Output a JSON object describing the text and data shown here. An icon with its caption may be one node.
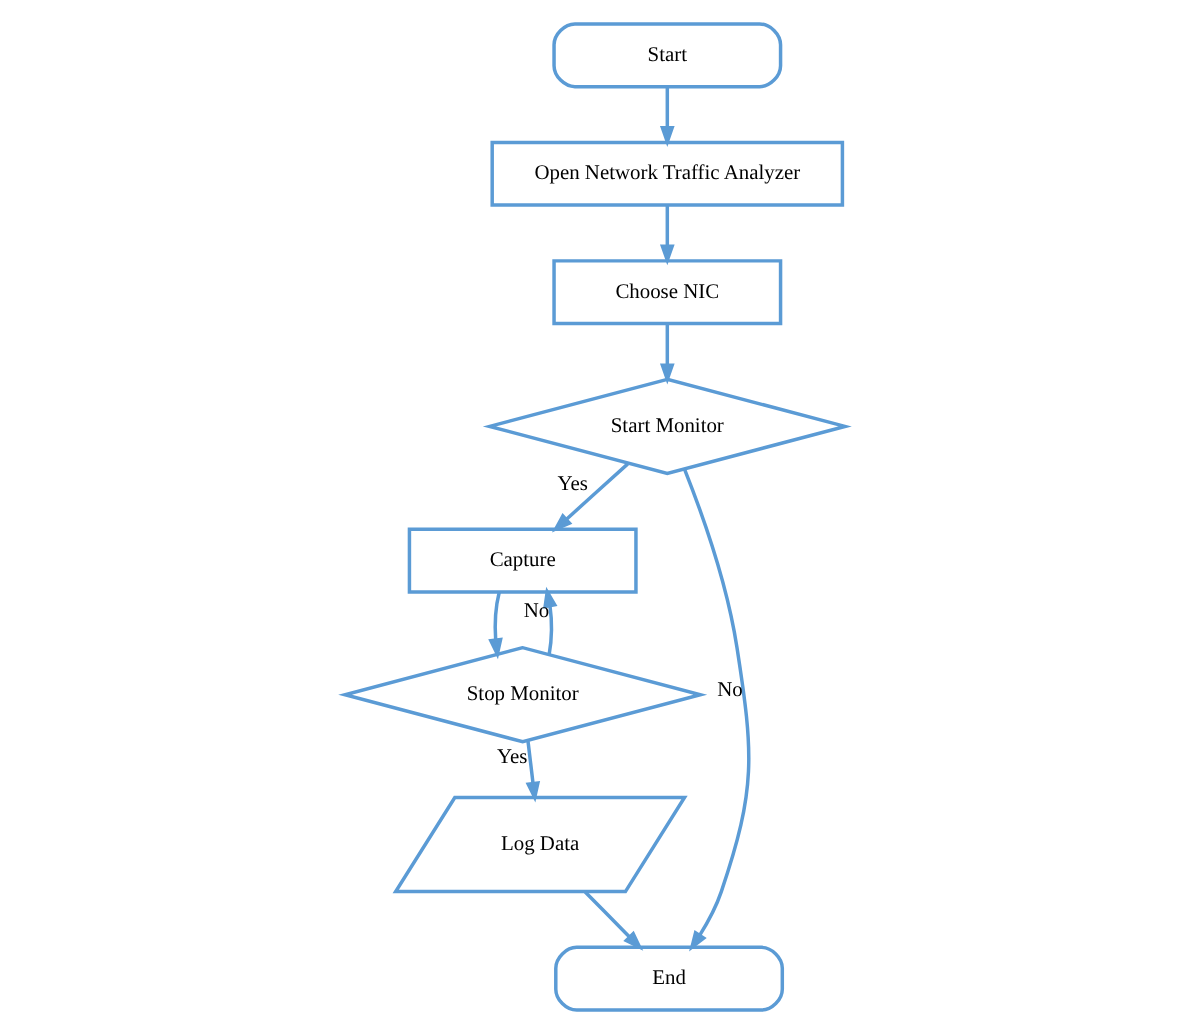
{
  "diagram": {
    "nodes": [
      {
        "text": [
          "Start"
        ]
      },
      {
        "text": [
          "Open Network Traffic Analyzer"
        ]
      },
      {
        "text": [
          "Choose NIC"
        ]
      },
      {
        "text": [
          "Start Monitor"
        ]
      },
      {
        "text": [
          "Capture"
        ]
      },
      {
        "text": [
          "Stop Monitor"
        ]
      },
      {
        "text": [
          "Log Data"
        ]
      },
      {
        "text": [
          "End"
        ]
      }
    ],
    "edges": [
      {
        "from": 0,
        "to": 1,
        "arrow": "to"
      },
      {
        "from": 1,
        "to": 2,
        "arrow": "to"
      },
      {
        "from": 2,
        "to": 3,
        "arrow": "to"
      },
      {
        "from": 3,
        "to": 4,
        "arrow": "to",
        "label": "Yes"
      },
      {
        "from": 4,
        "to": 5,
        "arrow": "to"
      },
      {
        "from": 5,
        "to": 4,
        "arrow": "to",
        "label": "No"
      },
      {
        "from": 5,
        "to": 6,
        "arrow": "to",
        "label": "Yes"
      },
      {
        "from": 6,
        "to": 7,
        "arrow": "to"
      },
      {
        "from": 3,
        "to": 7,
        "arrow": "to",
        "label": "No"
      }
    ]
  }
}
